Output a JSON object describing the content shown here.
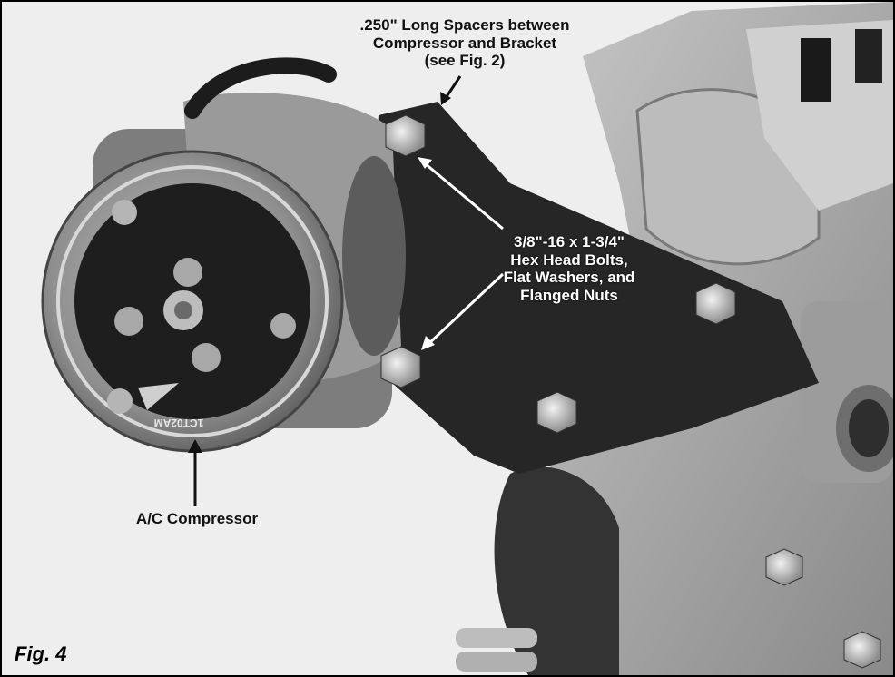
{
  "figure": {
    "caption": "Fig. 4",
    "labels": {
      "spacers": {
        "lines": [
          ".250\" Long Spacers between",
          "Compressor and Bracket",
          "(see Fig. 2)"
        ]
      },
      "bolts": {
        "lines": [
          "3/8\"-16 x 1-3/4\"",
          "Hex Head Bolts,",
          "Flat Washers, and",
          "Flanged Nuts"
        ]
      },
      "compressor": {
        "lines": [
          "A/C Compressor"
        ]
      },
      "clutch_marking": "1CT02AM"
    },
    "colors": {
      "frame_border": "#000000",
      "background": "#eeeeee",
      "bracket": "#262626",
      "engine": "#a5a5a5",
      "compressor_pulley": "#8f8f8f",
      "clutch_plate": "#1e1e1e",
      "callout_arrow_dark": "#111111",
      "callout_arrow_light": "#ffffff"
    }
  }
}
